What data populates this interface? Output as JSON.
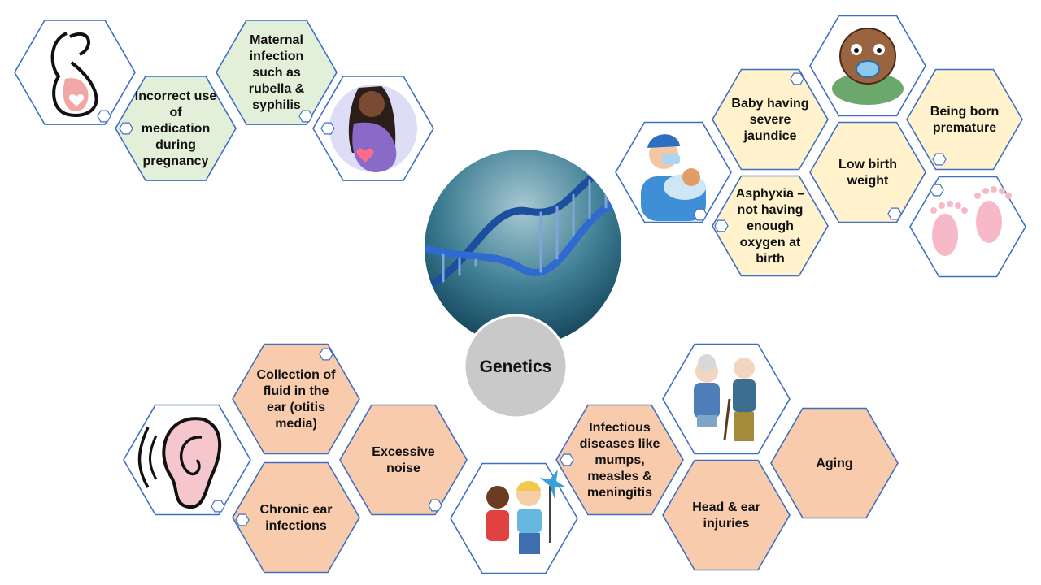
{
  "colors": {
    "outline": "#3f6fc2",
    "green": "#e2efd9",
    "yellow": "#fff2cc",
    "peach": "#f8cbad",
    "picture_bg": "#ffffff",
    "genetics_circle": "#c9c9c9",
    "dna_dark": "#0f4a5e",
    "dna_light": "#9fc2cd"
  },
  "center": {
    "label": "Genetics",
    "image_icon": "dna-helix-icon"
  },
  "groups": {
    "pregnancy": {
      "fill": "green",
      "items": [
        {
          "id": "maternal-infection",
          "lines": [
            "Maternal",
            "infection",
            "such as",
            "rubella &",
            "syphilis"
          ]
        },
        {
          "id": "incorrect-medication",
          "lines": [
            "Incorrect use",
            "of",
            "medication",
            "during",
            "pregnancy"
          ]
        }
      ],
      "pictures": [
        {
          "id": "pregnant-outline",
          "icon": "pregnant-woman-outline-icon"
        },
        {
          "id": "pregnant-woman",
          "icon": "pregnant-woman-icon"
        }
      ]
    },
    "birth": {
      "fill": "yellow",
      "items": [
        {
          "id": "severe-jaundice",
          "lines": [
            "Baby having",
            "severe",
            "jaundice"
          ]
        },
        {
          "id": "asphyxia",
          "lines": [
            "Asphyxia –",
            "not having",
            "enough",
            "oxygen at",
            "birth"
          ]
        },
        {
          "id": "low-birth-weight",
          "lines": [
            "Low birth",
            "weight"
          ]
        },
        {
          "id": "premature",
          "lines": [
            "Being born",
            "premature"
          ]
        }
      ],
      "pictures": [
        {
          "id": "nurse-newborn",
          "icon": "nurse-holding-newborn-icon"
        },
        {
          "id": "crawling-baby",
          "icon": "crawling-baby-icon"
        },
        {
          "id": "baby-footprints",
          "icon": "baby-footprints-icon"
        }
      ]
    },
    "ear": {
      "fill": "peach",
      "items": [
        {
          "id": "otitis-media",
          "lines": [
            "Collection of",
            "fluid in the",
            "ear (otitis",
            "media)"
          ]
        },
        {
          "id": "chronic-infections",
          "lines": [
            "Chronic ear",
            "infections"
          ]
        },
        {
          "id": "excessive-noise",
          "lines": [
            "Excessive",
            "noise"
          ]
        }
      ],
      "pictures": [
        {
          "id": "ear",
          "icon": "ear-icon"
        }
      ]
    },
    "later_life": {
      "fill": "peach",
      "items": [
        {
          "id": "infectious-diseases",
          "lines": [
            "Infectious",
            "diseases like",
            "mumps,",
            "measles &",
            "meningitis"
          ]
        },
        {
          "id": "head-injuries",
          "lines": [
            "Head & ear",
            "injuries"
          ]
        },
        {
          "id": "aging",
          "lines": [
            "Aging"
          ]
        }
      ],
      "pictures": [
        {
          "id": "children",
          "icon": "children-icon"
        },
        {
          "id": "elderly-couple",
          "icon": "elderly-couple-icon"
        }
      ]
    }
  }
}
